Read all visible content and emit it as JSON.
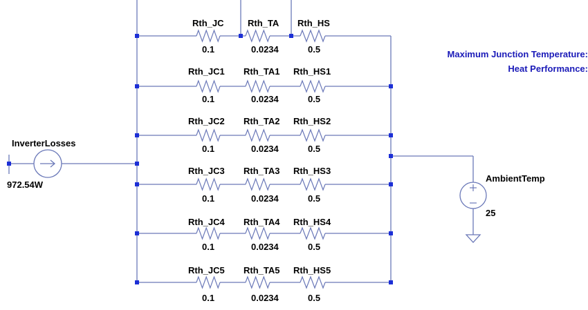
{
  "source": {
    "name": "InverterLosses",
    "value": "972.54W"
  },
  "ambient": {
    "name": "AmbientTemp",
    "value": "25"
  },
  "outputs": [
    "Maximum Junction Temperature: ",
    "Heat Performance: "
  ],
  "branches": [
    {
      "jc": "Rth_JC",
      "jc_val": "0.1",
      "ta": "Rth_TA",
      "ta_val": "0.0234",
      "hs": "Rth_HS",
      "hs_val": "0.5"
    },
    {
      "jc": "Rth_JC1",
      "jc_val": "0.1",
      "ta": "Rth_TA1",
      "ta_val": "0.0234",
      "hs": "Rth_HS1",
      "hs_val": "0.5"
    },
    {
      "jc": "Rth_JC2",
      "jc_val": "0.1",
      "ta": "Rth_TA2",
      "ta_val": "0.0234",
      "hs": "Rth_HS2",
      "hs_val": "0.5"
    },
    {
      "jc": "Rth_JC3",
      "jc_val": "0.1",
      "ta": "Rth_TA3",
      "ta_val": "0.0234",
      "hs": "Rth_HS3",
      "hs_val": "0.5"
    },
    {
      "jc": "Rth_JC4",
      "jc_val": "0.1",
      "ta": "Rth_TA4",
      "ta_val": "0.0234",
      "hs": "Rth_HS4",
      "hs_val": "0.5"
    },
    {
      "jc": "Rth_JC5",
      "jc_val": "0.1",
      "ta": "Rth_TA5",
      "ta_val": "0.0234",
      "hs": "Rth_HS5",
      "hs_val": "0.5"
    }
  ]
}
